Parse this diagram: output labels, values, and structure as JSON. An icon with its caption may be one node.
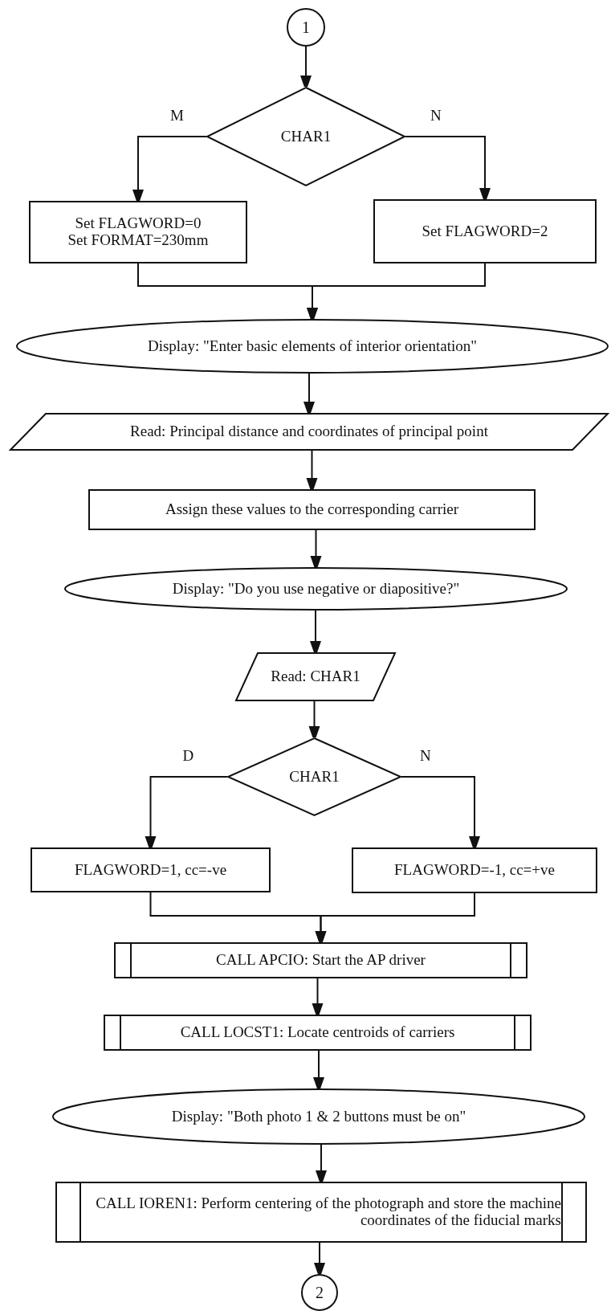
{
  "diagram": {
    "nodes": [
      {
        "text": [
          "1"
        ]
      },
      {
        "text": [
          "CHAR1"
        ]
      },
      {
        "text": [
          "Set FLAGWORD=0",
          "Set FORMAT=230mm"
        ]
      },
      {
        "text": [
          "Set FLAGWORD=2"
        ]
      },
      {
        "text": [
          "Display: \"Enter basic elements of interior orientation\""
        ]
      },
      {
        "text": [
          "Read: Principal distance and coordinates of principal point"
        ]
      },
      {
        "text": [
          "Assign these values to the corresponding carrier"
        ]
      },
      {
        "text": [
          "Display: \"Do you use negative or diapositive?\""
        ]
      },
      {
        "text": [
          "Read: CHAR1"
        ]
      },
      {
        "text": [
          "CHAR1"
        ]
      },
      {
        "text": [
          "FLAGWORD=1, cc=-ve"
        ]
      },
      {
        "text": [
          "FLAGWORD=-1, cc=+ve"
        ]
      },
      {
        "text": [
          "CALL APCIO: Start the AP driver"
        ]
      },
      {
        "text": [
          "CALL LOCST1: Locate centroids of carriers"
        ]
      },
      {
        "text": [
          "Display: \"Both photo 1 & 2 buttons must be on\""
        ]
      },
      {
        "text": [
          "CALL IOREN1: Perform centering of the photograph and store the machine coordinates of the fiducial marks"
        ]
      },
      {
        "text": [
          "2"
        ]
      }
    ],
    "edges": [
      {
        "from": 0,
        "to": 1,
        "arrow": "to"
      },
      {
        "from": 1,
        "to": 2,
        "arrow": "to",
        "label": "M"
      },
      {
        "from": 1,
        "to": 3,
        "arrow": "to",
        "label": "N"
      },
      {
        "from": 2,
        "to": 4,
        "arrow": "to"
      },
      {
        "from": 3,
        "to": 4,
        "arrow": "to"
      },
      {
        "from": 4,
        "to": 5,
        "arrow": "to"
      },
      {
        "from": 5,
        "to": 6,
        "arrow": "to"
      },
      {
        "from": 6,
        "to": 7,
        "arrow": "to"
      },
      {
        "from": 7,
        "to": 8,
        "arrow": "to"
      },
      {
        "from": 8,
        "to": 9,
        "arrow": "to"
      },
      {
        "from": 9,
        "to": 10,
        "arrow": "to",
        "label": "D"
      },
      {
        "from": 9,
        "to": 11,
        "arrow": "to",
        "label": "N"
      },
      {
        "from": 10,
        "to": 12,
        "arrow": "to"
      },
      {
        "from": 11,
        "to": 12,
        "arrow": "to"
      },
      {
        "from": 12,
        "to": 13,
        "arrow": "to"
      },
      {
        "from": 13,
        "to": 14,
        "arrow": "to"
      },
      {
        "from": 14,
        "to": 15,
        "arrow": "to"
      },
      {
        "from": 15,
        "to": 16,
        "arrow": "to"
      }
    ]
  }
}
